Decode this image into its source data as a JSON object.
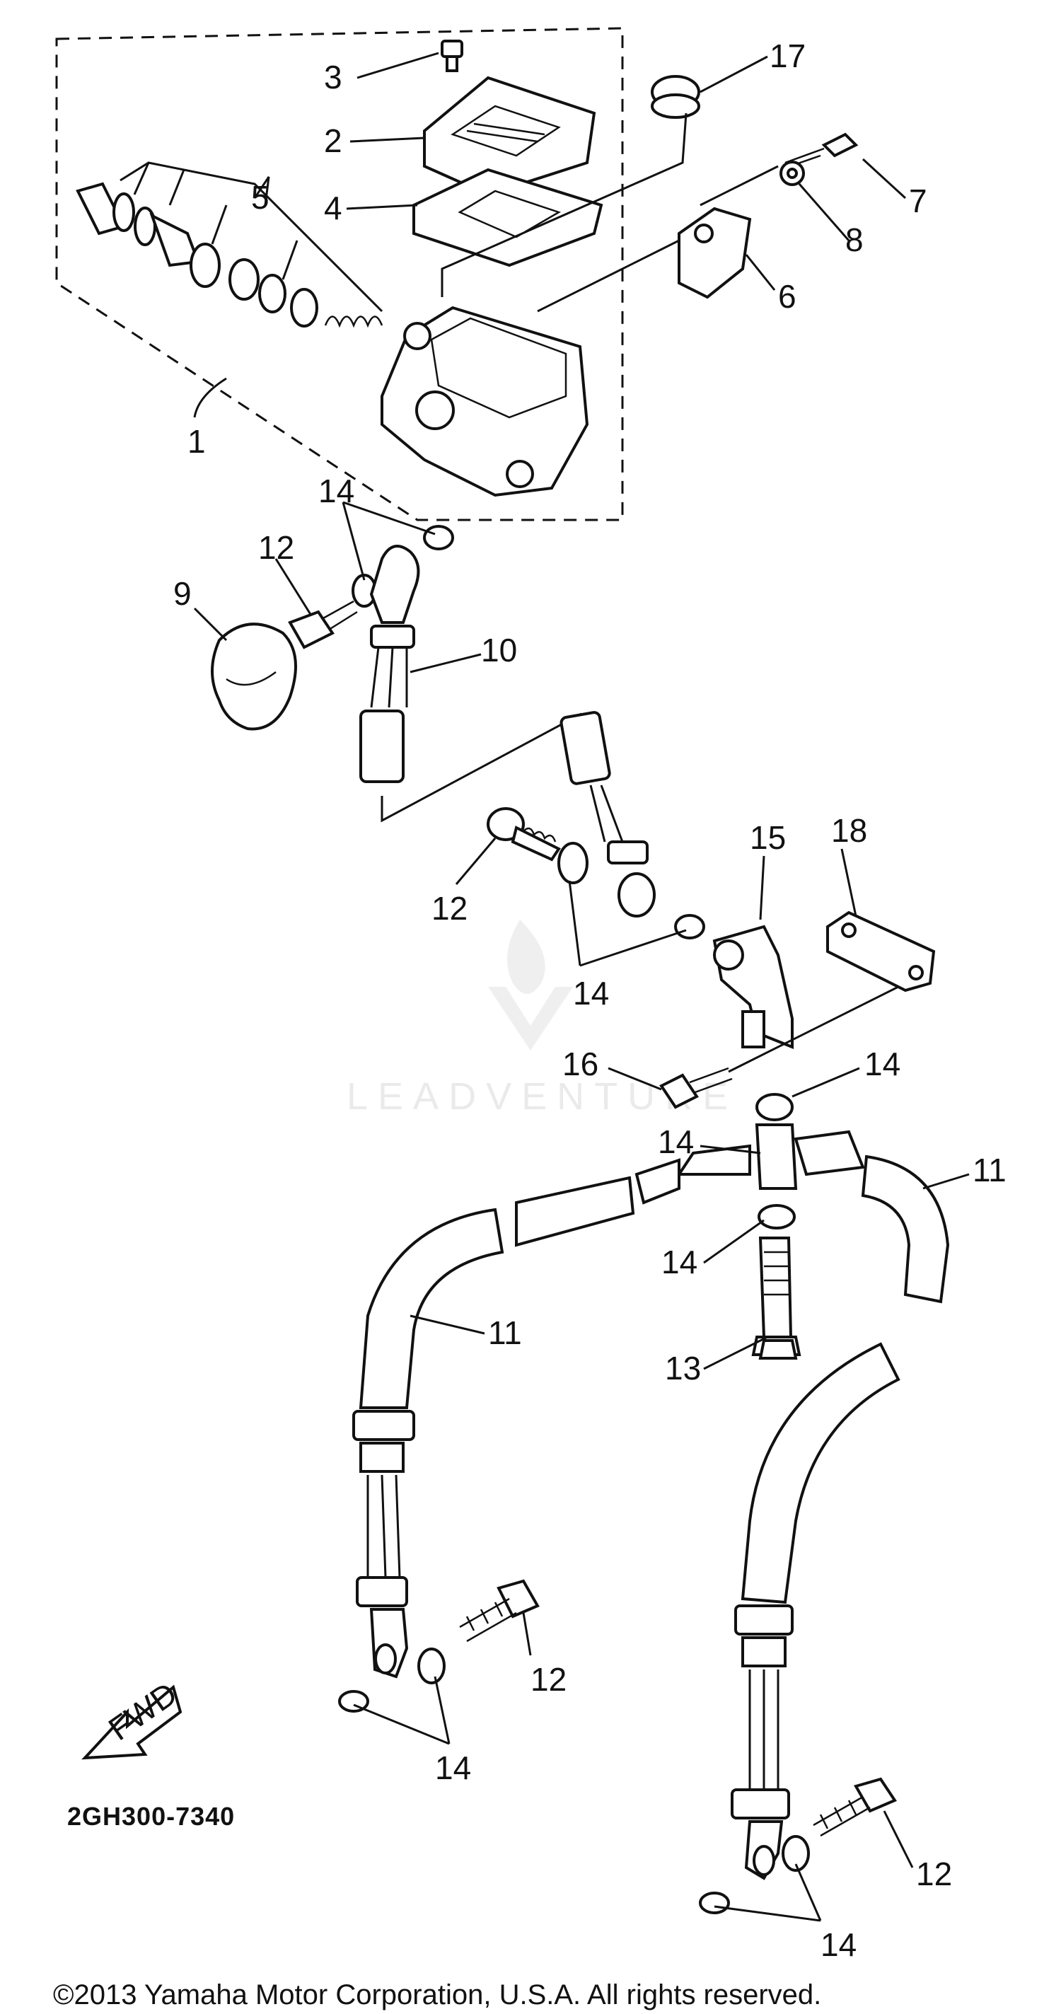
{
  "diagram": {
    "code": "2GH300-7340",
    "copyright": "©2013 Yamaha Motor Corporation, U.S.A. All rights reserved.",
    "watermark": "LEADVENTURE",
    "fwd_label": "FWD",
    "callouts": {
      "c1": "1",
      "c2": "2",
      "c3": "3",
      "c4": "4",
      "c5": "5",
      "c6": "6",
      "c7": "7",
      "c8": "8",
      "c9": "9",
      "c10": "10",
      "c11a": "11",
      "c11b": "11",
      "c12a": "12",
      "c12b": "12",
      "c12c": "12",
      "c12d": "12",
      "c13": "13",
      "c14a": "14",
      "c14b": "14",
      "c14c": "14",
      "c14d": "14",
      "c14e": "14",
      "c14f": "14",
      "c14g": "14",
      "c15": "15",
      "c16": "16",
      "c17": "17",
      "c18": "18"
    }
  }
}
